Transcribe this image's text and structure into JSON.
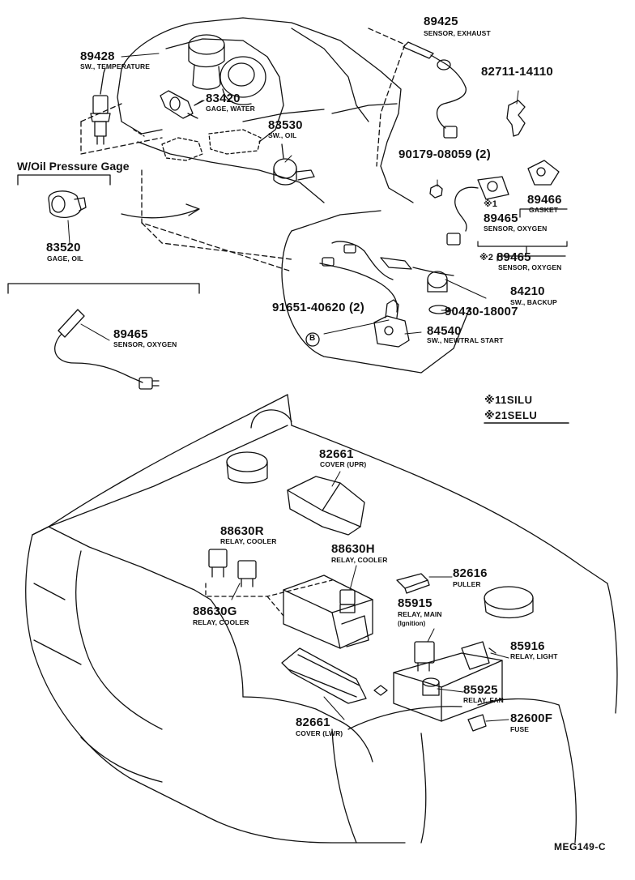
{
  "wop_heading": "W/Oil Pressure Gage",
  "variant_code_1": "※11SILU",
  "variant_code_2": "※21SELU",
  "diagram_code": "MEG149-C",
  "circle_marker": "B",
  "parts": [
    {
      "key": "89425",
      "number": "89425",
      "desc": "SENSOR, EXHAUST"
    },
    {
      "key": "89428",
      "number": "89428",
      "desc": "SW., TEMPERATURE"
    },
    {
      "key": "82711",
      "number": "82711-14110",
      "desc": ""
    },
    {
      "key": "83420",
      "number": "83420",
      "desc": "GAGE, WATER"
    },
    {
      "key": "83530",
      "number": "83530",
      "desc": "SW., OIL"
    },
    {
      "key": "90179",
      "number": "90179-08059 (2)",
      "desc": ""
    },
    {
      "key": "89466",
      "number": "89466",
      "desc": "GASKET"
    },
    {
      "key": "89465a",
      "prefix": "※1",
      "number": "89465",
      "desc": "SENSOR, OXYGEN"
    },
    {
      "key": "83520",
      "number": "83520",
      "desc": "GAGE, OIL"
    },
    {
      "key": "89465b",
      "prefix": "※2",
      "number": "89465",
      "desc": "SENSOR, OXYGEN"
    },
    {
      "key": "84210",
      "number": "84210",
      "desc": "SW., BACKUP"
    },
    {
      "key": "91651",
      "number": "91651-40620 (2)",
      "desc": ""
    },
    {
      "key": "90430",
      "number": "90430-18007",
      "desc": ""
    },
    {
      "key": "84540",
      "number": "84540",
      "desc": "SW., NEWTRAL START"
    },
    {
      "key": "89465c",
      "number": "89465",
      "desc": "SENSOR, OXYGEN"
    },
    {
      "key": "82661a",
      "number": "82661",
      "desc": "COVER (UPR)"
    },
    {
      "key": "88630R",
      "number": "88630R",
      "desc": "RELAY, COOLER"
    },
    {
      "key": "88630H",
      "number": "88630H",
      "desc": "RELAY, COOLER"
    },
    {
      "key": "82616",
      "number": "82616",
      "desc": "PULLER"
    },
    {
      "key": "85915",
      "number": "85915",
      "desc": "RELAY, MAIN",
      "sub": "(Ignition)"
    },
    {
      "key": "88630G",
      "number": "88630G",
      "desc": "RELAY, COOLER"
    },
    {
      "key": "85916",
      "number": "85916",
      "desc": "RELAY, LIGHT"
    },
    {
      "key": "85925",
      "number": "85925",
      "desc": "RELAY, FAN"
    },
    {
      "key": "82661b",
      "number": "82661",
      "desc": "COVER (LWR)"
    },
    {
      "key": "82600F",
      "number": "82600F",
      "desc": "FUSE"
    }
  ]
}
